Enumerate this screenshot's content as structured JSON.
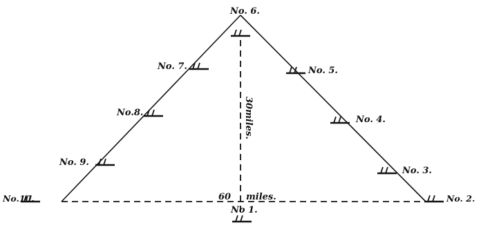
{
  "diagram": {
    "stations": [
      {
        "id": "no6",
        "label": "No. 6."
      },
      {
        "id": "no7",
        "label": "No. 7."
      },
      {
        "id": "no8",
        "label": "No.8."
      },
      {
        "id": "no9",
        "label": "No. 9."
      },
      {
        "id": "no10",
        "label": "No.10."
      },
      {
        "id": "no5",
        "label": "No. 5."
      },
      {
        "id": "no4",
        "label": "No. 4."
      },
      {
        "id": "no3",
        "label": "No. 3."
      },
      {
        "id": "no2",
        "label": "No. 2."
      },
      {
        "id": "no1",
        "label": "No 1."
      }
    ],
    "height_label": "30miles.",
    "base_label_number": "60",
    "base_label_unit": "miles."
  }
}
